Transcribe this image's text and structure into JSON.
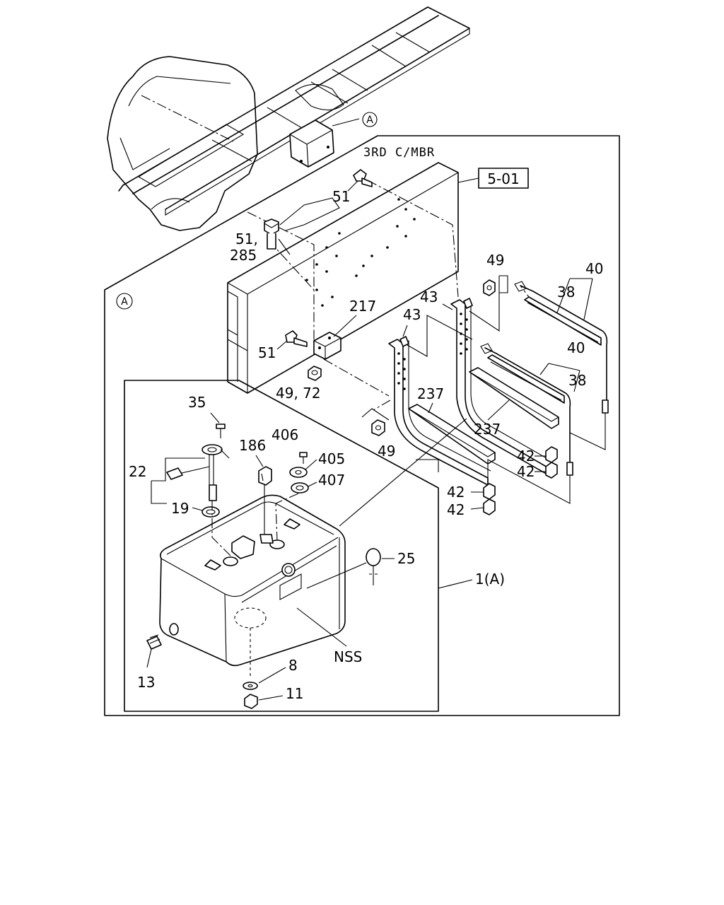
{
  "callouts": {
    "ref_a": "A",
    "ref_a_frame": "A",
    "section_ref": "5-01",
    "member_note": "3RD C/MBR",
    "tank_assembly": "1(A)",
    "nss": "NSS"
  },
  "part_numbers": {
    "p51_top": "51",
    "p51_285_a": "51,",
    "p51_285_b": "285",
    "p217": "217",
    "p51_mid": "51",
    "p49_72": "49, 72",
    "p49_top": "49",
    "p40_top": "40",
    "p38_top": "38",
    "p43_right": "43",
    "p43_left": "43",
    "p40_mid": "40",
    "p38_mid": "38",
    "p237_left": "237",
    "p237_right": "237",
    "p49_bottom": "49",
    "p42_a": "42",
    "p42_b": "42",
    "p42_c": "42",
    "p42_d": "42",
    "p35": "35",
    "p186": "186",
    "p406": "406",
    "p405": "405",
    "p407": "407",
    "p22": "22",
    "p19": "19",
    "p25": "25",
    "p13": "13",
    "p8": "8",
    "p11": "11"
  }
}
